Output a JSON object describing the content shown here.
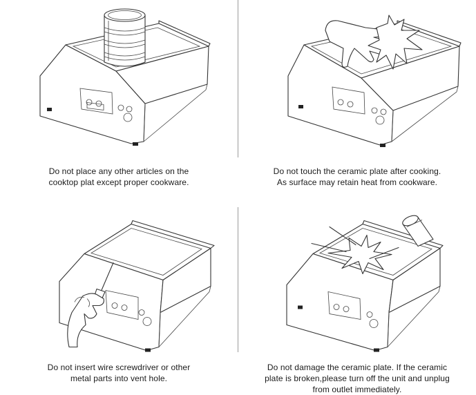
{
  "panels": [
    {
      "id": "no-other-articles",
      "caption": [
        "Do not place any other articles on the",
        "cooktop plat except proper cookware."
      ]
    },
    {
      "id": "no-touch-hot-plate",
      "caption": [
        "Do not touch the ceramic plate after cooking.",
        "As surface may retain heat from cookware."
      ]
    },
    {
      "id": "no-insert-objects",
      "caption": [
        "Do not insert wire screwdriver or other",
        "metal parts into vent hole."
      ]
    },
    {
      "id": "no-damage-plate",
      "caption": [
        "Do not damage the ceramic plate. If the ceramic",
        "plate is broken,please turn off the unit and unplug",
        "from outlet immediately."
      ]
    }
  ]
}
